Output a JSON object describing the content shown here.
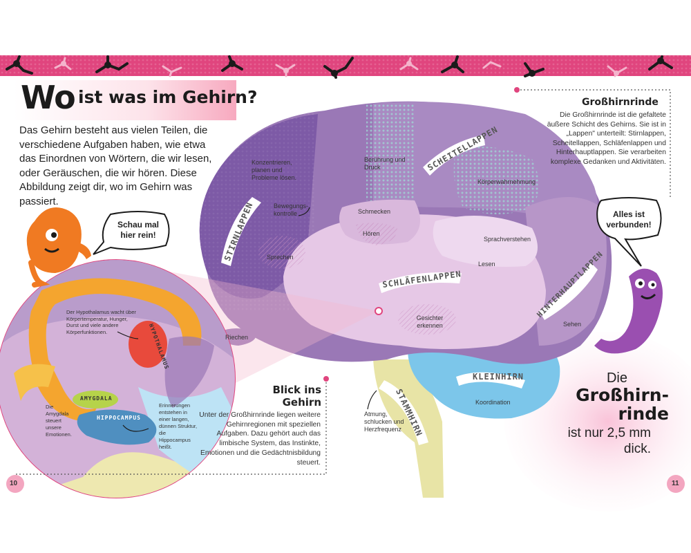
{
  "header": {
    "title_big": "Wo",
    "title_rest": "ist was im Gehirn?"
  },
  "intro": "Das Gehirn besteht aus vielen Teilen, die verschiedene Aufgaben haben, wie etwa das Einordnen von Wörtern, die wir lesen, oder Geräuschen, die wir hören. Diese Abbildung zeigt dir, wo im Gehirn was passiert.",
  "bubbles": {
    "left": "Schau mal hier rein!",
    "right": "Alles ist verbunden!"
  },
  "lobes": {
    "stirnlappen": "STIRNLAPPEN",
    "scheitellappen": "SCHEITELLAPPEN",
    "schlaefenlappen": "SCHLÄFENLAPPEN",
    "hinterhauptlappen": "HINTERHAUPTLAPPEN",
    "kleinhirn": "KLEINHIRN",
    "stammhirn": "STAMMHIRN"
  },
  "regions": {
    "konzentrieren": "Konzentrieren, planen und Probleme lösen.",
    "beruehrung": "Berührung und Druck",
    "bewegung": "Bewegungs-kontrolle",
    "koerper": "Körperwahrnehmung",
    "schmecken": "Schmecken",
    "hoeren": "Hören",
    "sprechen": "Sprechen",
    "sprachverstehen": "Sprachverstehen",
    "lesen": "Lesen",
    "gesichter": "Gesichter erkennen",
    "sehen": "Sehen",
    "riechen": "Riechen",
    "koordination": "Koordination",
    "atmung": "Atmung, schlucken und Herzfrequenz"
  },
  "inset": {
    "hypothalamus_text": "Der Hypothalamus wacht über Körpertemperatur, Hunger, Durst und viele andere Körperfunktionen.",
    "hypothalamus_label": "HYPOTHALAMUS",
    "amygdala_label": "AMYGDALA",
    "amygdala_text": "Die Amygdala steuert unsere Emotionen.",
    "hippocampus_label": "HIPPOCAMPUS",
    "erinnerungen_text": "Erinnerungen entstehen in einer langen, dünnen Struktur, die Hippocampus heißt."
  },
  "sidebar": {
    "title": "Großhirnrinde",
    "text": "Die Großhirnrinde ist die gefaltete äußere Schicht des Gehirns. Sie ist in „Lappen\" unterteilt: Stirnlappen, Scheitellappen, Schläfenlappen und Hinterhauptlappen. Sie verarbeiten komplexe Gedanken und Aktivitäten."
  },
  "blick": {
    "title": "Blick ins Gehirn",
    "text": "Unter der Großhirnrinde liegen weitere Gehirnregionen mit speziellen Aufgaben. Dazu gehört auch das limbische System, das Instinkte, Emotionen und die Gedächtnisbildung steuert."
  },
  "fact": {
    "line1": "Die",
    "line2": "Großhirn-rinde",
    "line3": "ist nur 2,5 mm dick."
  },
  "pages": {
    "left": "10",
    "right": "11"
  },
  "colors": {
    "banner": "#e0457e",
    "frontal": "#7d5aa6",
    "parietal": "#9a78b6",
    "temporal": "#e6c8e6",
    "cerebellum": "#7cc6ea",
    "stem": "#e8e4a6",
    "title_bg": "#f7a9bf"
  }
}
